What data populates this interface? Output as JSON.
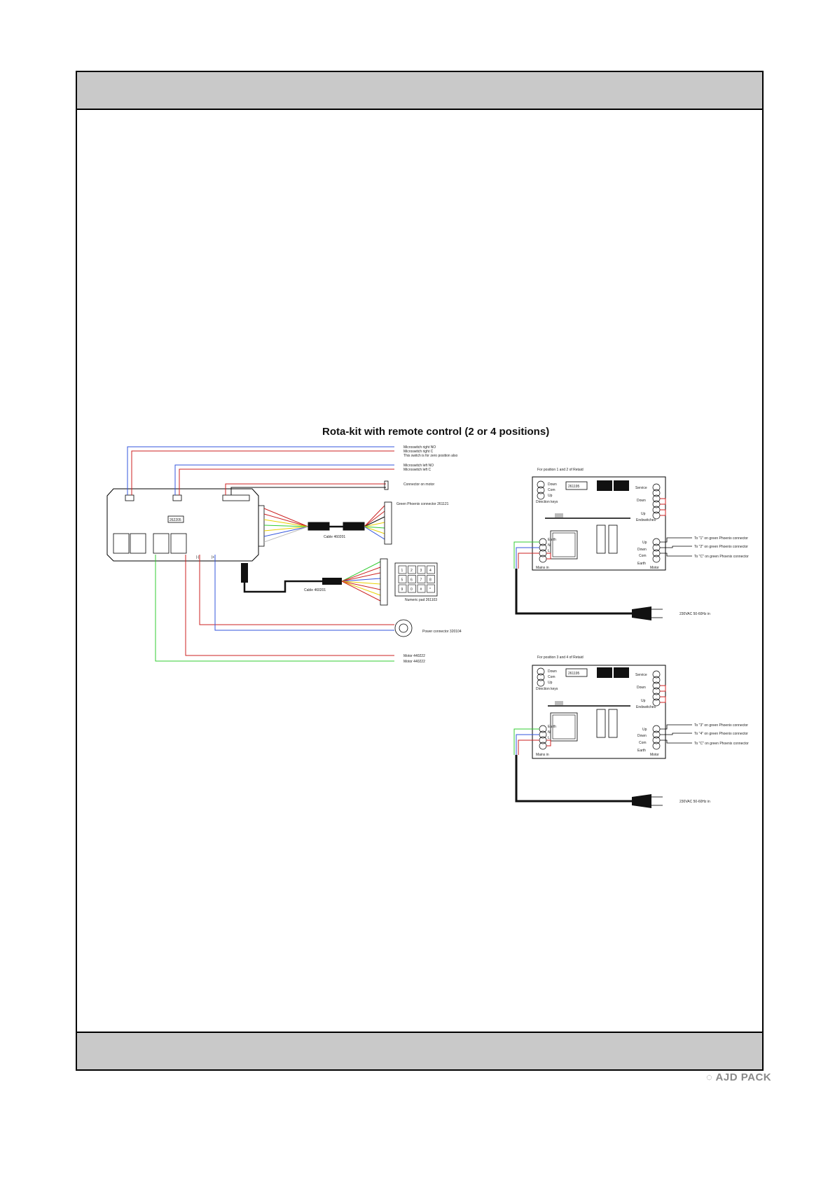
{
  "diagram": {
    "title": "Rota-kit with remote control (2 or 4 positions)",
    "controller_id": "262205",
    "controller_terminals": [
      "|-|",
      "|+|"
    ],
    "left_labels": {
      "ms_right_no": "Microswitch right NO",
      "ms_right_c": "Microswitch right C",
      "zero_note": "This switch is for zero position also",
      "ms_left_no": "Microswitch left NO",
      "ms_left_c": "Microswitch left C",
      "conn_motor": "Connector on motor",
      "green_conn": "Green Phoenix connector 261121",
      "cable1": "Cable 460201",
      "cable2": "Cable 460201",
      "numpad": "Numeric pad 261103",
      "power_conn": "Power connector 320104",
      "motor1": "Motor 440222",
      "motor2": "Motor 440222"
    },
    "numpad_keys": [
      "1",
      "2",
      "3",
      "4",
      "5",
      "6",
      "7",
      "8",
      "9",
      "0",
      "#",
      "*"
    ],
    "box1": {
      "caption": "For position 1 and 2 of Retaid",
      "id": "261195",
      "dir_labels": [
        "Down",
        "Com",
        "Up"
      ],
      "dir_caption": "Direction keys",
      "right_top": [
        "Service",
        "Down",
        "Up"
      ],
      "right_top_caption": "Endswitches",
      "out_labels": [
        "Up",
        "Down",
        "Com",
        "Earth"
      ],
      "out_caption": "Motor",
      "mains_labels": [
        "Earth",
        "N",
        "L"
      ],
      "mains_caption": "Mains in",
      "to1": "To \"1\" on green Phoenix connector",
      "to2": "To \"2\" on green Phoenix connector",
      "to3": "To \"C\" on green Phoenix connector",
      "plug_label": "230VAC 50-60Hz in"
    },
    "box2": {
      "caption": "For position 3 and 4 of Retaid",
      "id": "261195",
      "dir_labels": [
        "Down",
        "Com",
        "Up"
      ],
      "dir_caption": "Direction keys",
      "right_top": [
        "Service",
        "Down",
        "Up"
      ],
      "right_top_caption": "Endswitches",
      "out_labels": [
        "Up",
        "Down",
        "Com",
        "Earth"
      ],
      "out_caption": "Motor",
      "mains_labels": [
        "Earth",
        "N",
        "L"
      ],
      "mains_caption": "Mains in",
      "to1": "To \"3\" on green Phoenix connector",
      "to2": "To \"4\" on green Phoenix connector",
      "to3": "To \"C\" on green Phoenix connector",
      "plug_label": "230VAC 50-60Hz in"
    }
  },
  "footer": {
    "logo_text": "AJD PACK"
  },
  "colors": {
    "page": "#ffffff",
    "band": "#c9c9c9",
    "wire_blue": "#3355dd",
    "wire_red": "#cc2222",
    "wire_green": "#33cc33",
    "wire_yellow": "#e8d000",
    "wire_black": "#111111",
    "wire_gray": "#bbbbbb"
  }
}
